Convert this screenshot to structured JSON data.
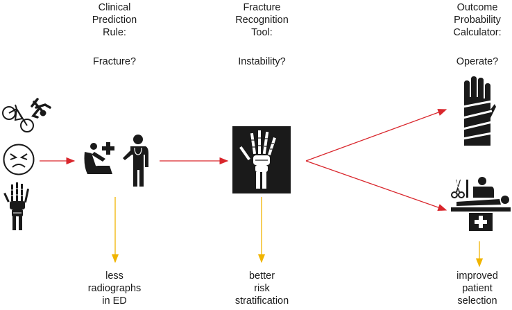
{
  "columns": [
    {
      "heading": [
        "Clinical",
        "Prediction",
        "Rule:"
      ],
      "question": "Fracture?",
      "outcome": [
        "less",
        "radiographs",
        "in ED"
      ]
    },
    {
      "heading": [
        "Fracture",
        "Recognition",
        "Tool:"
      ],
      "question": "Instability?",
      "outcome": [
        "better",
        "risk",
        "stratification"
      ]
    },
    {
      "heading": [
        "Outcome",
        "Probability",
        "Calculator:"
      ],
      "question": "Operate?",
      "outcome": [
        "improved",
        "patient",
        "selection"
      ]
    }
  ],
  "icons": {
    "input": [
      "bicycle-fall-icon",
      "pain-face-icon",
      "hand-skeleton-icon"
    ],
    "clinical": "patient-doctor-icon",
    "xray": "hand-xray-icon",
    "cast": "hand-cast-icon",
    "surgery": "surgery-table-icon"
  },
  "colors": {
    "flow_arrow": "#d9262c",
    "outcome_arrow": "#f0b400",
    "icon": "#1a1a1a"
  }
}
